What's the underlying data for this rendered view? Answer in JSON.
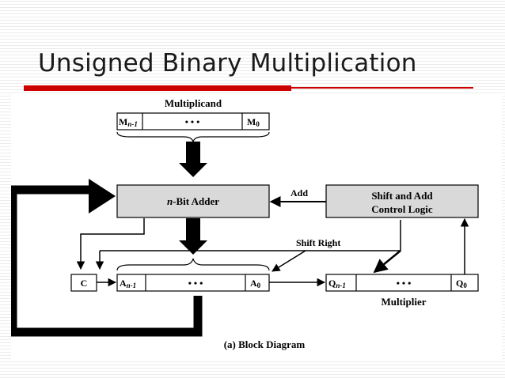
{
  "slide": {
    "title": "Unsigned Binary Multiplication"
  },
  "diagram": {
    "multiplicand_label": "Multiplicand",
    "multiplicand_register": {
      "msb": "M",
      "msb_sub": "n-1",
      "dots": "•   •   •",
      "lsb": "M",
      "lsb_sub": "0"
    },
    "adder_label_italic": "n",
    "adder_label_rest": "-Bit Adder",
    "control_logic_line1": "Shift and Add",
    "control_logic_line2": "Control Logic",
    "add_signal": "Add",
    "shift_right_signal": "Shift Right",
    "carry_label": "C",
    "accumulator_register": {
      "msb": "A",
      "msb_sub": "n-1",
      "dots": "•   •   •",
      "lsb": "A",
      "lsb_sub": "0"
    },
    "multiplier_register": {
      "msb": "Q",
      "msb_sub": "n-1",
      "dots": "•   •   •",
      "lsb": "Q",
      "lsb_sub": "0"
    },
    "multiplier_label": "Multiplier",
    "caption": "(a) Block Diagram",
    "colors": {
      "block_fill": "#d9d9d9",
      "line": "#000000",
      "title_rule": "#cc0000"
    }
  }
}
